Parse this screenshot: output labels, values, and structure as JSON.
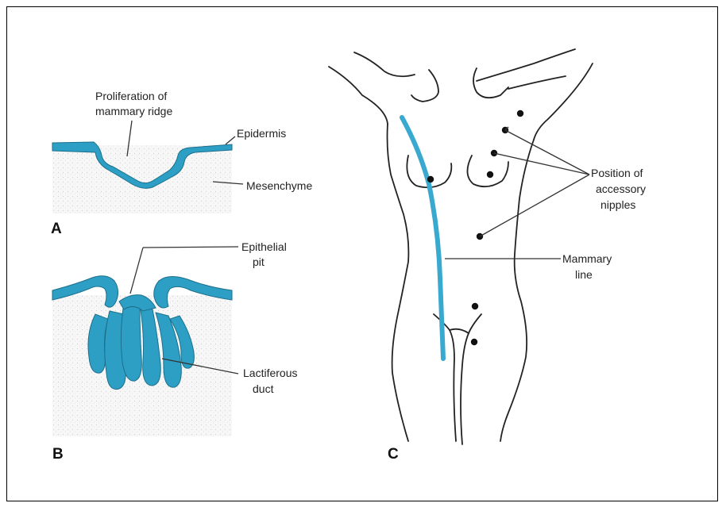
{
  "panel_a": {
    "letter": "A",
    "label_proliferation_1": "Proliferation of",
    "label_proliferation_2": "mammary ridge",
    "label_epidermis": "Epidermis",
    "label_mesenchyme": "Mesenchyme"
  },
  "panel_b": {
    "letter": "B",
    "label_pit_1": "Epithelial",
    "label_pit_2": "pit",
    "label_duct_1": "Lactiferous",
    "label_duct_2": "duct"
  },
  "panel_c": {
    "letter": "C",
    "label_accessory_1": "Position of",
    "label_accessory_2": "accessory",
    "label_accessory_3": "nipples",
    "label_line_1": "Mammary",
    "label_line_2": "line"
  },
  "colors": {
    "epithelium": "#2e9fc4",
    "epithelium_dark": "#1c6f8c",
    "mammary_line": "#3aa9d0",
    "tissue_stipple": "#e7e7e7"
  }
}
